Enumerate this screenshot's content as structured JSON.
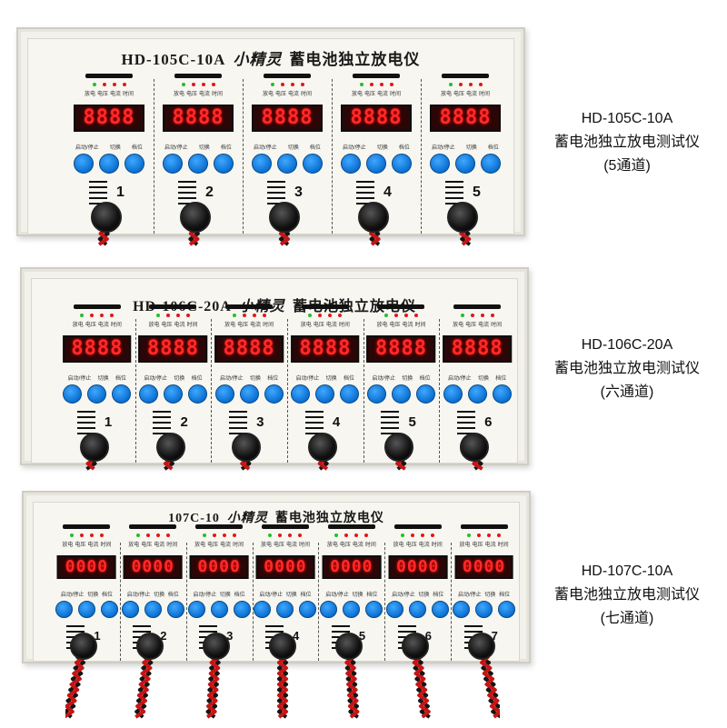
{
  "devices": [
    {
      "title": "HD-105C-10A",
      "logo": "小精灵",
      "subtitle": "蓄电池独立放电仪",
      "channels": [
        {
          "display": "8888",
          "number": "1"
        },
        {
          "display": "8888",
          "number": "2"
        },
        {
          "display": "8888",
          "number": "3"
        },
        {
          "display": "8888",
          "number": "4"
        },
        {
          "display": "8888",
          "number": "5"
        }
      ],
      "caption": {
        "line1": "HD-105C-10A",
        "line2": "蓄电池独立放电测试仪",
        "line3": "(5通道)"
      }
    },
    {
      "title": "HD-106C-20A",
      "logo": "小精灵",
      "subtitle": "蓄电池独立放电仪",
      "channels": [
        {
          "display": "8888",
          "number": "1"
        },
        {
          "display": "8888",
          "number": "2"
        },
        {
          "display": "8888",
          "number": "3"
        },
        {
          "display": "8888",
          "number": "4"
        },
        {
          "display": "8888",
          "number": "5"
        },
        {
          "display": "8888",
          "number": "6"
        }
      ],
      "caption": {
        "line1": "HD-106C-20A",
        "line2": "蓄电池独立放电测试仪",
        "line3": "(六通道)"
      }
    },
    {
      "title": "107C-10",
      "logo": "小精灵",
      "subtitle": "蓄电池独立放电仪",
      "channels": [
        {
          "display": "0000",
          "number": "1"
        },
        {
          "display": "0000",
          "number": "2"
        },
        {
          "display": "0000",
          "number": "3"
        },
        {
          "display": "0000",
          "number": "4"
        },
        {
          "display": "0000",
          "number": "5"
        },
        {
          "display": "0000",
          "number": "6"
        },
        {
          "display": "0000",
          "number": "7"
        }
      ],
      "caption": {
        "line1": "HD-107C-10A",
        "line2": "蓄电池独立放电测试仪",
        "line3": "(七通道)"
      }
    }
  ],
  "led_labels": [
    "放电",
    "电压",
    "电流",
    "时间"
  ],
  "button_labels": [
    "启动/停止",
    "切换",
    "档位"
  ],
  "colors": {
    "case": "#f2f1ea",
    "display_digits": "#ff2a2a",
    "button_blue": "#0b6fd0",
    "led_green": "#22c02a",
    "led_red": "#e01818",
    "cable_red": "#c81414",
    "cable_black": "#151515"
  }
}
